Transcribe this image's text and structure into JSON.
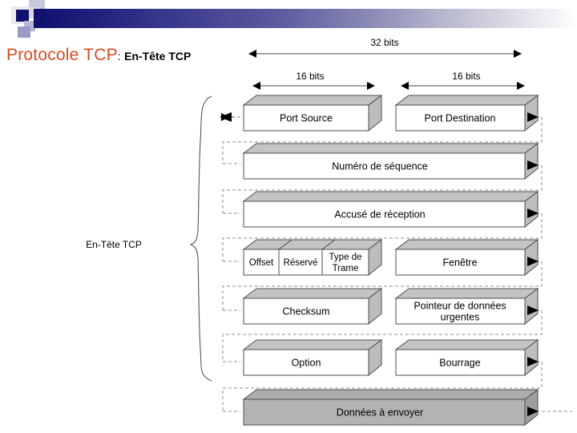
{
  "slide": {
    "title_main": "Protocole TCP",
    "title_separator": ":",
    "title_sub": "En-Tête TCP",
    "title_color": "#d94a22",
    "accent_dark": "#10106e"
  },
  "dimensions": {
    "total": "32 bits",
    "half_left": "16 bits",
    "half_right": "16 bits"
  },
  "brace_label": "En-Tête TCP",
  "rows": [
    {
      "id": "row-ports",
      "cells": [
        {
          "label": "Port Source",
          "span": "half"
        },
        {
          "label": "Port Destination",
          "span": "half"
        }
      ]
    },
    {
      "id": "row-sequence",
      "cells": [
        {
          "label": "Numéro de séquence",
          "span": "full"
        }
      ]
    },
    {
      "id": "row-ack",
      "cells": [
        {
          "label": "Accusé de réception",
          "span": "full"
        }
      ]
    },
    {
      "id": "row-flags",
      "cells": [
        {
          "label": "Offset",
          "span": "quarter"
        },
        {
          "label": "Réservé",
          "span": "quarter"
        },
        {
          "label": "Type de Trame",
          "label_line1": "Type de",
          "label_line2": "Trame",
          "span": "quarter"
        },
        {
          "label": "Fenêtre",
          "span": "half"
        }
      ]
    },
    {
      "id": "row-checksum",
      "cells": [
        {
          "label": "Checksum",
          "span": "half"
        },
        {
          "label": "Pointeur de données urgentes",
          "label_line1": "Pointeur de données",
          "label_line2": "urgentes",
          "span": "half"
        }
      ]
    },
    {
      "id": "row-options",
      "cells": [
        {
          "label": "Option",
          "span": "half"
        },
        {
          "label": "Bourrage",
          "span": "half"
        }
      ]
    },
    {
      "id": "row-data",
      "shaded": true,
      "cells": [
        {
          "label": "Données à envoyer",
          "span": "full"
        }
      ]
    }
  ]
}
